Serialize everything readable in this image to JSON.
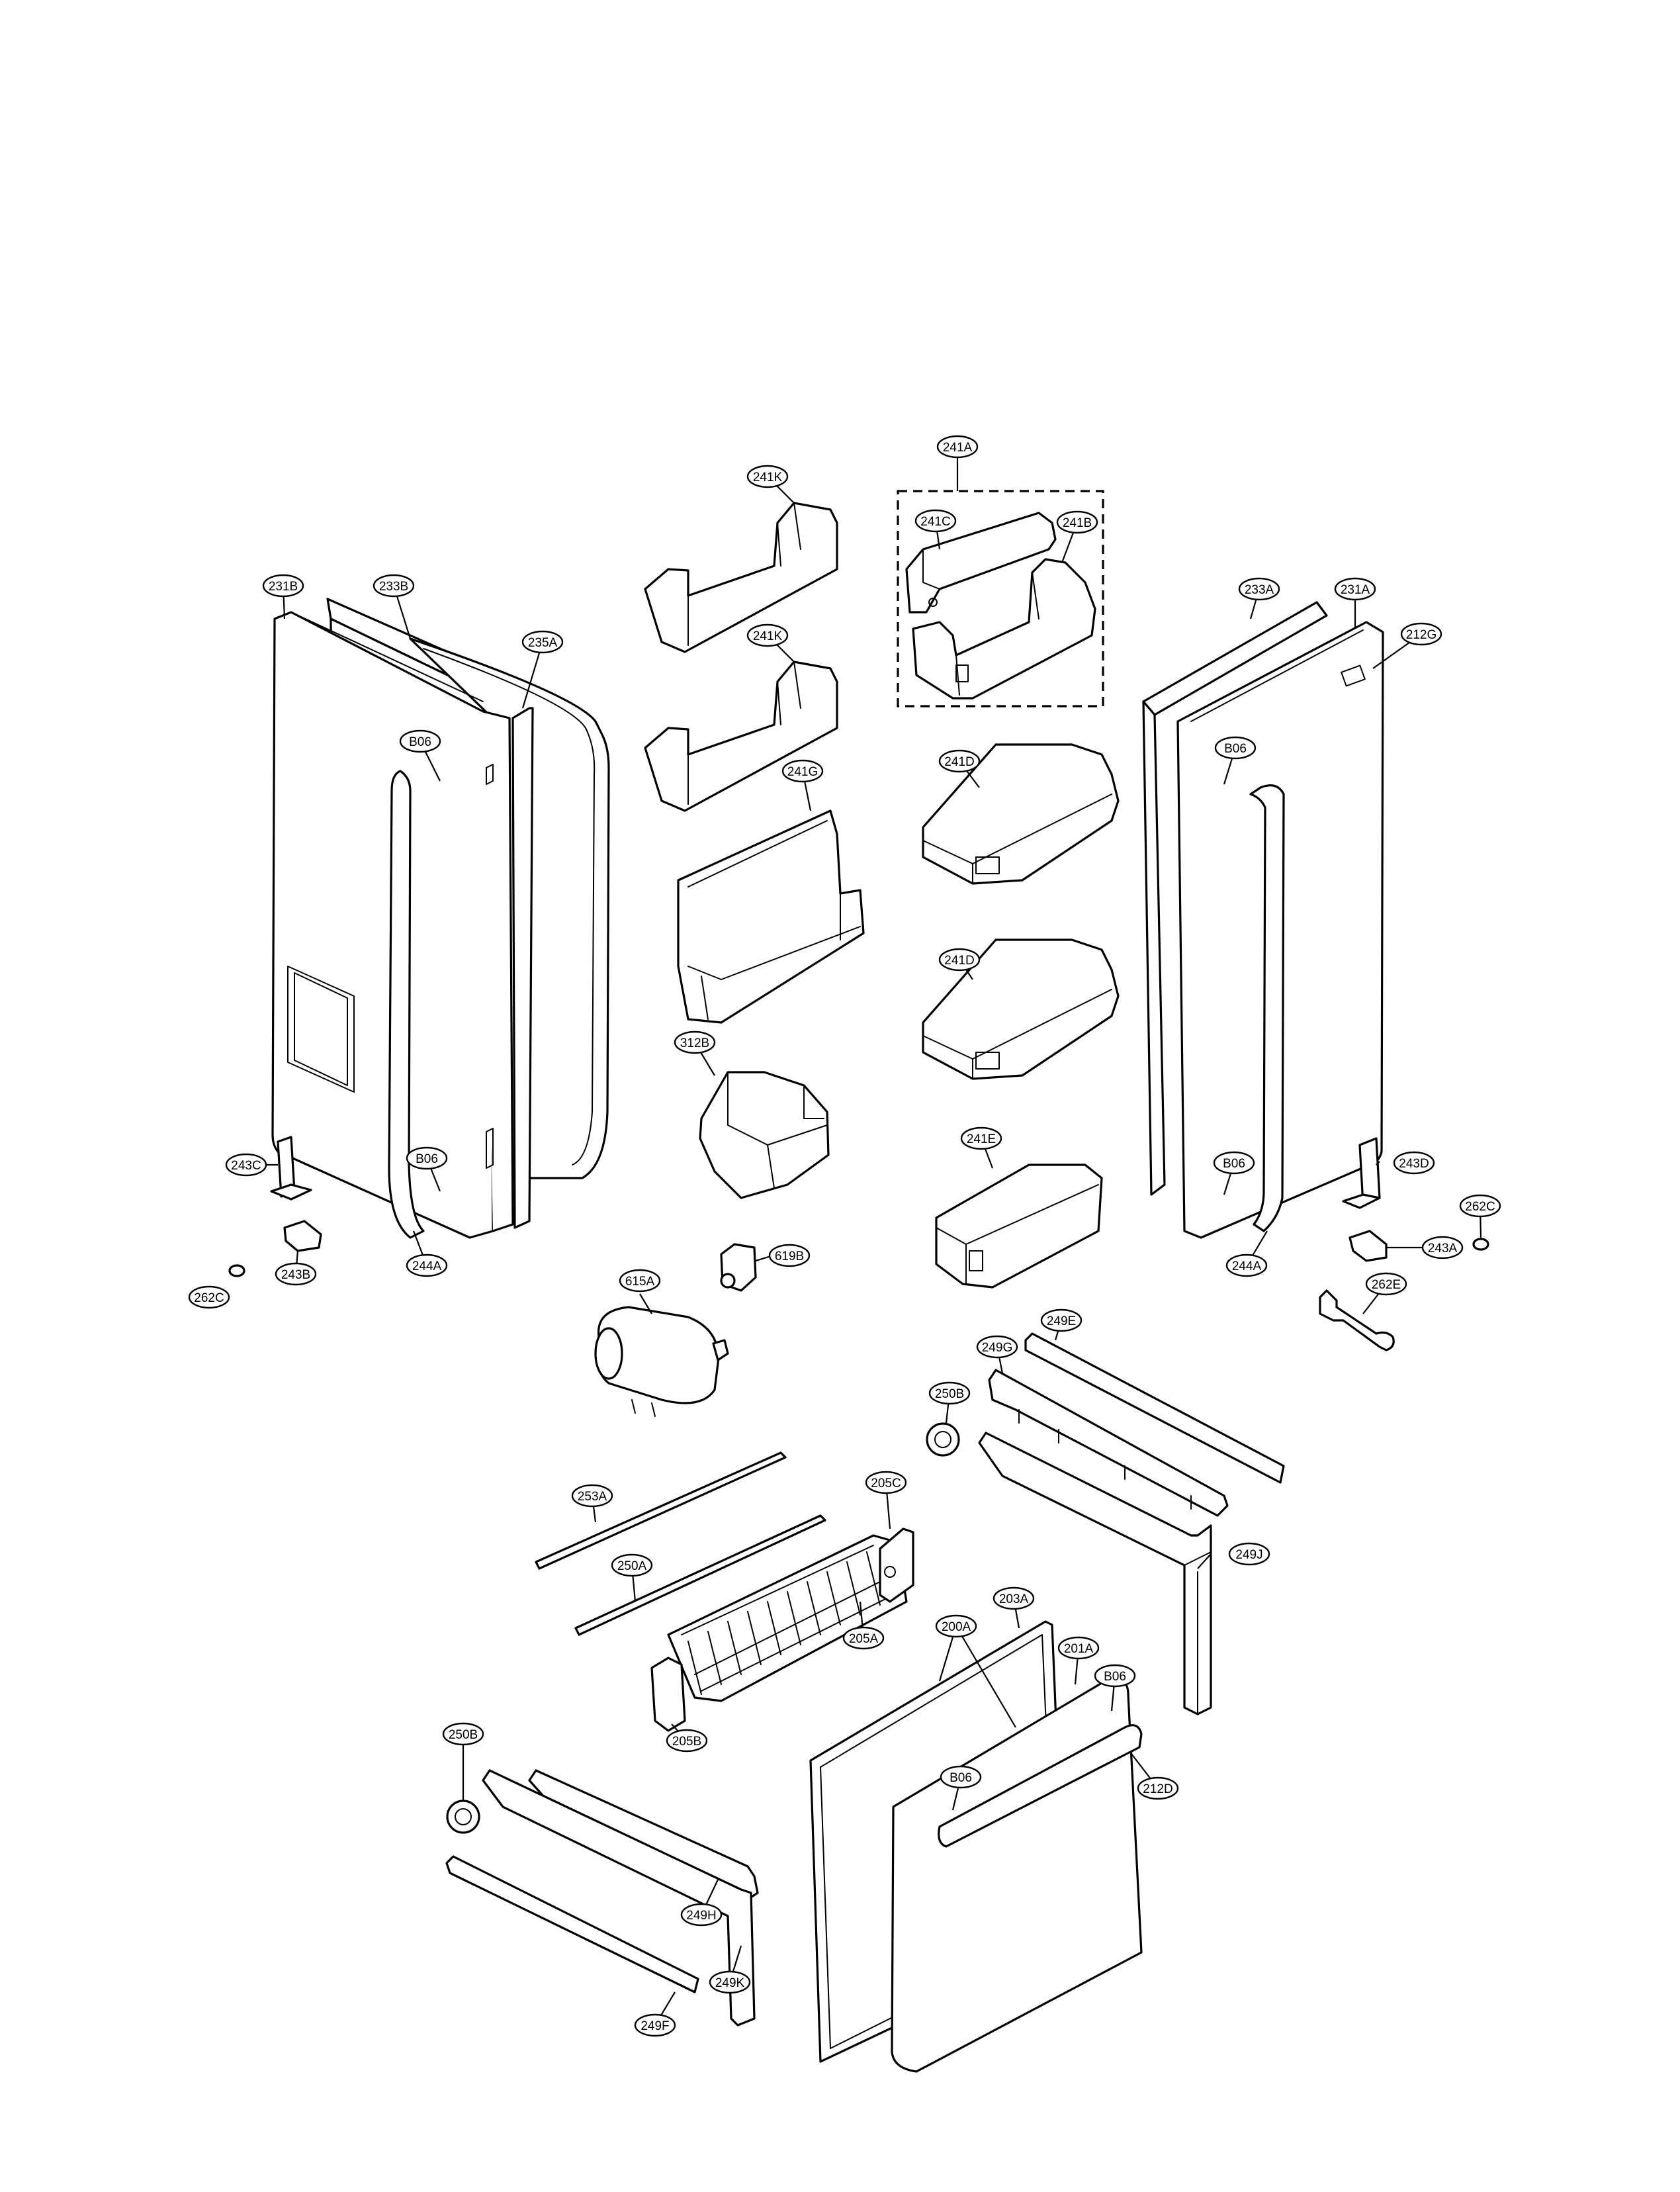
{
  "diagram": {
    "labels": [
      "241A",
      "241K",
      "241C",
      "241B",
      "231B",
      "233B",
      "235A",
      "B06",
      "241K",
      "241D",
      "233A",
      "231A",
      "212G",
      "B06",
      "241G",
      "241D",
      "312B",
      "243C",
      "B06",
      "241E",
      "B06",
      "243D",
      "262C",
      "244A",
      "243B",
      "619B",
      "244A",
      "243A",
      "262C",
      "615A",
      "262E",
      "249E",
      "249G",
      "250B",
      "253A",
      "205C",
      "249J",
      "250A",
      "203A",
      "205A",
      "200A",
      "201A",
      "B06",
      "205B",
      "250B",
      "B06",
      "212D",
      "249H",
      "249K",
      "249F"
    ]
  }
}
